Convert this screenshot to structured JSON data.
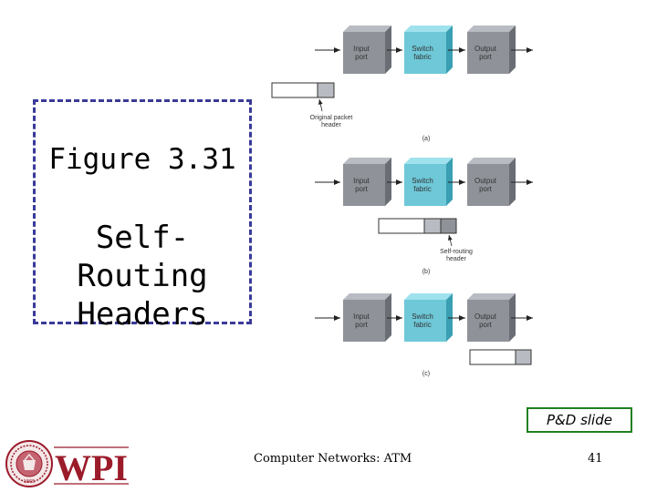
{
  "slide": {
    "title_line1": "Figure 3.31",
    "title_line2": "Self-Routing",
    "title_line3": "Headers",
    "pd_badge": "P&D slide",
    "footer_course": "Computer Networks: ATM",
    "page_number": "41",
    "logo_text": "WPI",
    "seal_text": "1865"
  },
  "diagram": {
    "input_port": [
      "Input",
      "port"
    ],
    "switch_fabric": [
      "Switch",
      "fabric"
    ],
    "output_port": [
      "Output",
      "port"
    ],
    "annot_a": [
      "Original packet",
      "header"
    ],
    "annot_b": [
      "Self-routing",
      "header"
    ],
    "label_a": "(a)",
    "label_b": "(b)",
    "label_c": "(c)"
  },
  "colors": {
    "border_dashed": "#3a3a99",
    "pd_border": "#208020",
    "logo_red": "#9b1b2a",
    "switch_cyan": "#6ec8d8",
    "port_gray": "#8f9399"
  }
}
